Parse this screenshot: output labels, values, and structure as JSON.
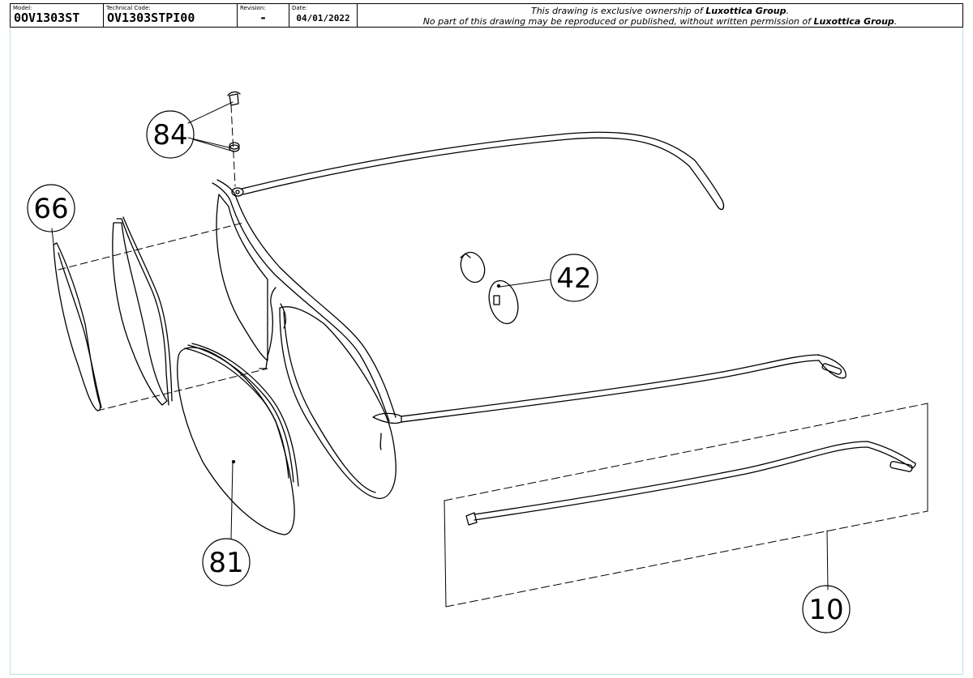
{
  "titleblock": {
    "model_label": "Model:",
    "model_value": "0OV1303ST",
    "tech_label": "Technical Code:",
    "tech_value": "OV1303STPI00",
    "revision_label": "Revision:",
    "revision_value": "-",
    "date_label": "Date:",
    "date_value": "04/01/2022",
    "notice_line1_a": "This drawing is exclusive ownership of ",
    "notice_line1_b": "Luxottica Group",
    "notice_line1_c": ".",
    "notice_line2_a": "No part of this drawing may be reproduced or published, without written permission of ",
    "notice_line2_b": "Luxottica Group",
    "notice_line2_c": "."
  },
  "callouts": {
    "c84": "84",
    "c66": "66",
    "c42": "42",
    "c81": "81",
    "c10": "10"
  }
}
